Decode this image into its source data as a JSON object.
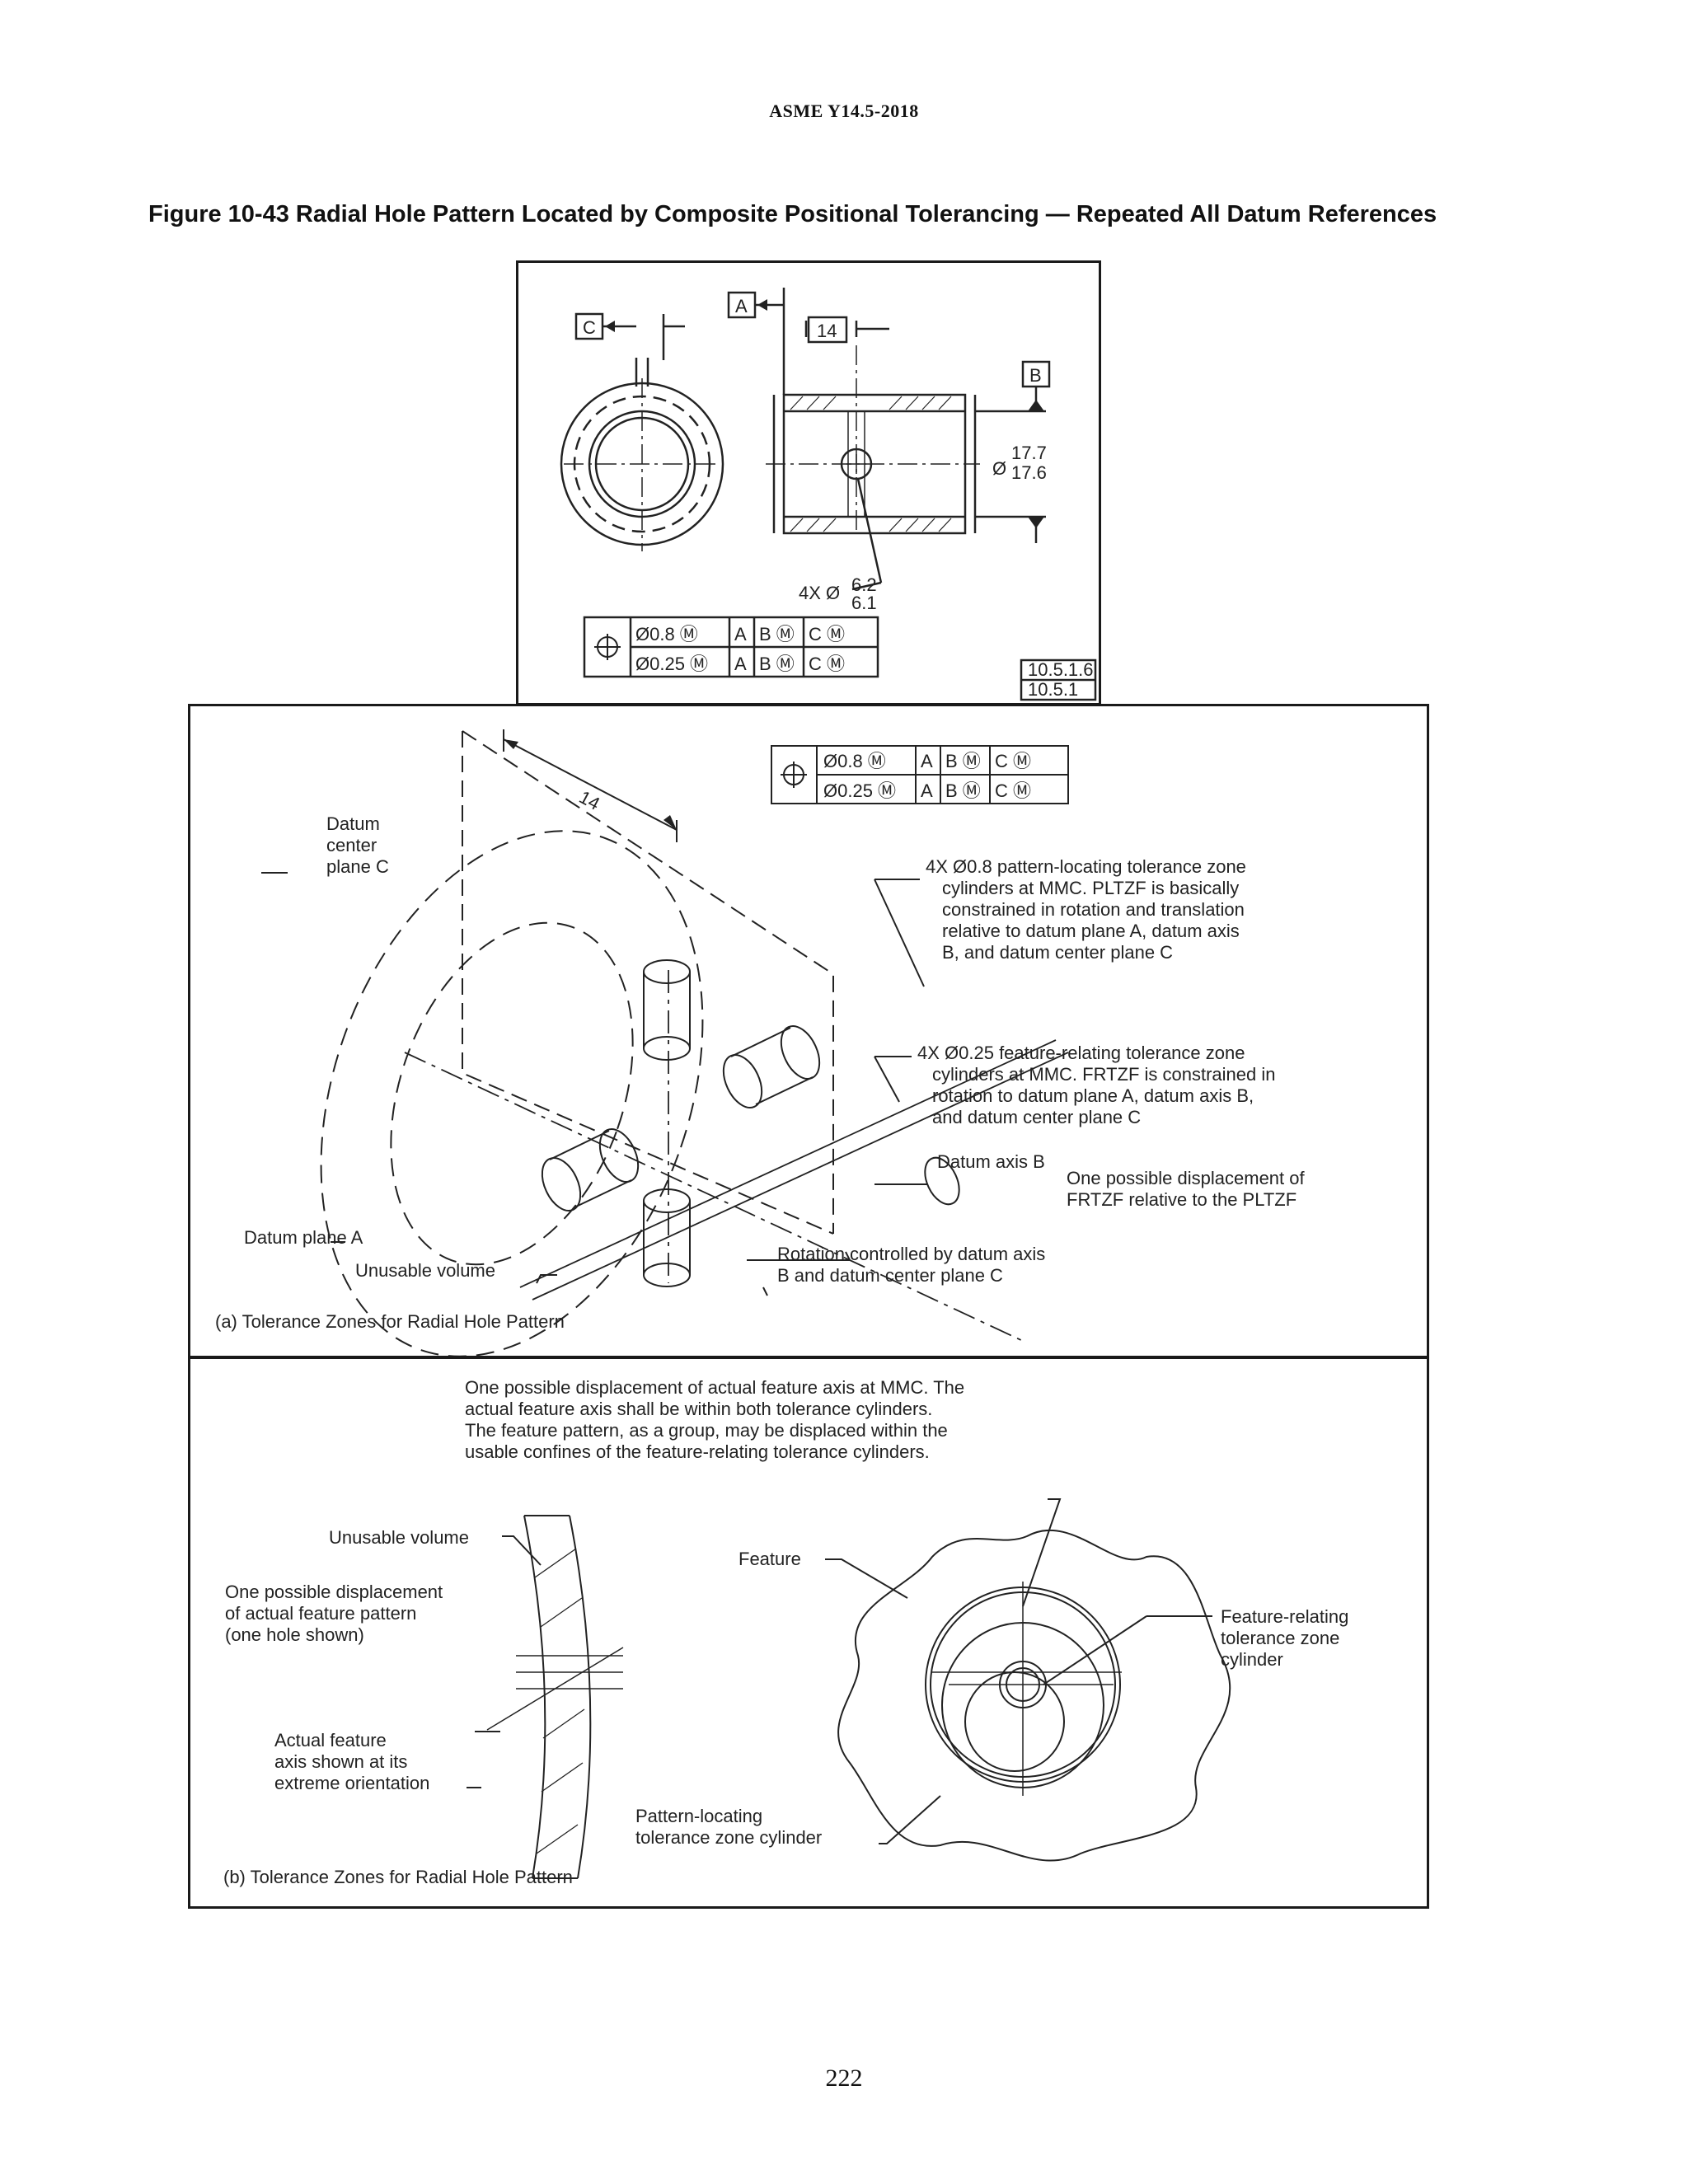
{
  "header": {
    "standard": "ASME Y14.5-2018"
  },
  "figure": {
    "title": "Figure 10-43 Radial Hole Pattern Located by Composite Positional Tolerancing — Repeated All Datum References"
  },
  "drawing": {
    "datum_a": "A",
    "datum_b": "B",
    "datum_c": "C",
    "basic_dim": "14",
    "dia_upper": "17.7",
    "dia_lower": "17.6",
    "hole_prefix": "4X Ø",
    "hole_upper": "6.2",
    "hole_lower": "6.1",
    "fcf_row1": [
      "Ø0.8 Ⓜ",
      "A",
      "B Ⓜ",
      "C Ⓜ"
    ],
    "fcf_row2": [
      "Ø0.25 Ⓜ",
      "A",
      "B Ⓜ",
      "C Ⓜ"
    ],
    "refs": [
      "10.5.1.6",
      "10.5.1"
    ]
  },
  "panel_a": {
    "dim": "14",
    "datum_c_label": [
      "Datum",
      "center",
      "plane C"
    ],
    "datum_a_label": "Datum plane A",
    "unusable_label": "Unusable volume",
    "datum_b_label": "Datum axis B",
    "pltzf_note": [
      "4X Ø0.8 pattern-locating tolerance zone",
      "cylinders at MMC. PLTZF is basically",
      "constrained in rotation and translation",
      "relative to datum plane A, datum axis",
      "B, and datum center plane C"
    ],
    "frtzf_note": [
      "4X Ø0.25 feature-relating tolerance zone",
      "cylinders at MMC. FRTZF is constrained in",
      "rotation to datum plane A, datum axis B,",
      "and datum center plane C"
    ],
    "displacement_note": [
      "One possible displacement of",
      "FRTZF relative to the PLTZF"
    ],
    "rotation_note": [
      "Rotation controlled by datum axis",
      "B and datum center plane C"
    ],
    "caption": "(a) Tolerance Zones for Radial Hole Pattern"
  },
  "panel_b": {
    "top_note": [
      "One possible displacement of actual feature axis at MMC. The",
      "actual feature axis shall be within both tolerance cylinders.",
      "The feature pattern, as a group, may be displaced within the",
      "usable confines of the  feature-relating tolerance cylinders."
    ],
    "unusable_label": "Unusable volume",
    "displacement_label": [
      "One possible displacement",
      "of actual feature pattern",
      "(one hole shown)"
    ],
    "actual_axis_label": [
      "Actual feature",
      "axis shown at its",
      "extreme orientation"
    ],
    "feature_label": "Feature",
    "plt_label": [
      "Pattern-locating",
      "tolerance zone cylinder"
    ],
    "frt_label": [
      "Feature-relating",
      "tolerance zone",
      "cylinder"
    ],
    "caption": "(b) Tolerance Zones for Radial Hole Pattern"
  },
  "page": {
    "number": "222"
  }
}
